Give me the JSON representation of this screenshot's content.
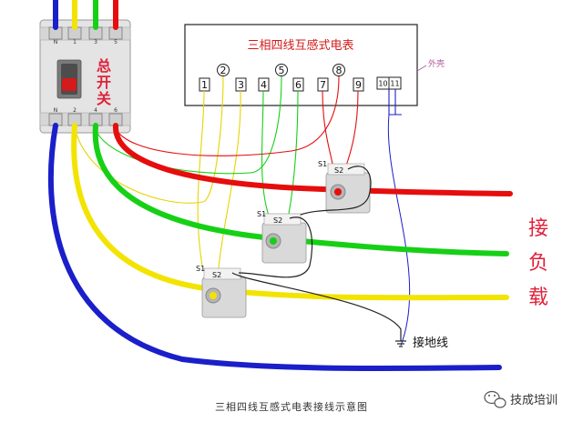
{
  "meter": {
    "title": "三相四线互感式电表",
    "terminals": [
      "1",
      "2",
      "3",
      "4",
      "5",
      "6",
      "7",
      "8",
      "9",
      "10",
      "11"
    ],
    "case_label": "外壳"
  },
  "breaker": {
    "label_chars": [
      "总",
      "开",
      "关"
    ],
    "top_terminal_labels": [
      "N",
      "1",
      "3",
      "5"
    ],
    "bottom_terminal_labels": [
      "N",
      "2",
      "4",
      "6"
    ]
  },
  "ct_terminal_labels": {
    "s1": "S1",
    "s2": "S2"
  },
  "load_label_chars": [
    "接",
    "负",
    "载"
  ],
  "ground_label": "接地线",
  "caption": "三相四线互感式电表接线示意图",
  "brand": {
    "text": "技成培训",
    "icon": "wechat-icon"
  },
  "colors": {
    "phase_yellow": "#f2e400",
    "phase_green": "#16d016",
    "phase_red": "#e60d0d",
    "neutral_blue": "#1a1fc9",
    "label_red": "#e0213a",
    "wire_black": "#222222"
  }
}
